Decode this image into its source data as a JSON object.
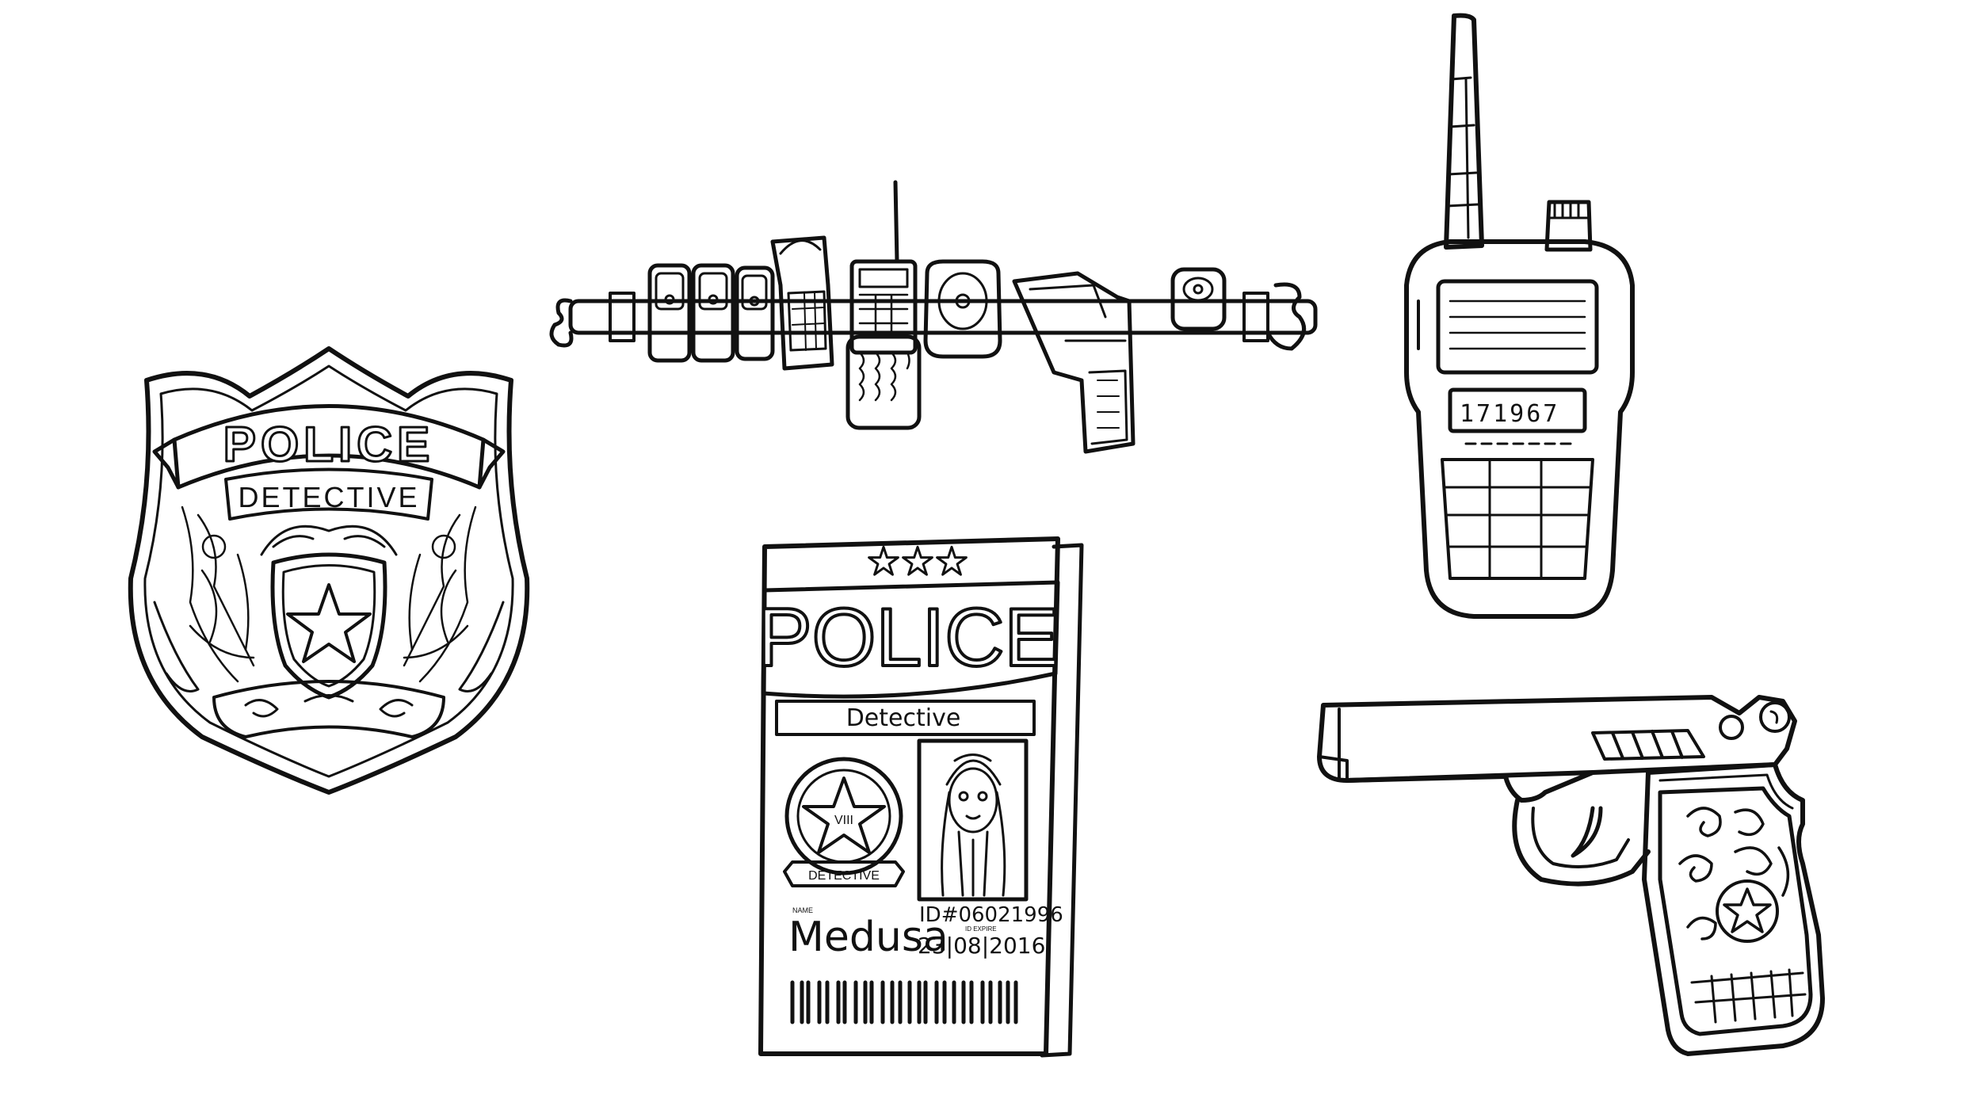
{
  "badge": {
    "banner_text": "POLICE",
    "rank_text": "DETECTIVE"
  },
  "radio": {
    "display_text": "171967"
  },
  "id_card": {
    "stars": "★★★",
    "title": "POLICE",
    "role": "Detective",
    "seal_numeral": "VIII",
    "seal_label": "DETECTIVE",
    "name_caption": "NAME",
    "name": "Medusa",
    "id_number": "ID#06021996",
    "expiry_caption": "ID EXPIRE",
    "expiry_date": "23|08|2016"
  },
  "colors": {
    "ink": "#111111",
    "paper": "#ffffff"
  },
  "icons": [
    "police-badge-icon",
    "duty-belt-icon",
    "walkie-talkie-icon",
    "police-id-card-icon",
    "pistol-icon"
  ]
}
